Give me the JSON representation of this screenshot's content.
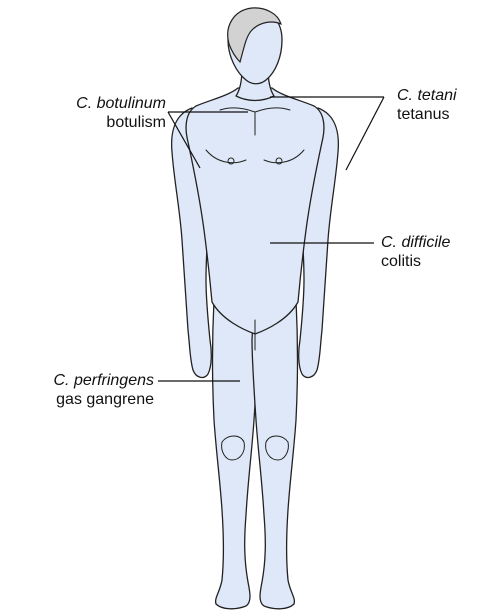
{
  "labels": {
    "botulinum": {
      "species": "C. botulinum",
      "disease": "botulism"
    },
    "tetani": {
      "species": "C. tetani",
      "disease": "tetanus"
    },
    "difficile": {
      "species": "C. difficile",
      "disease": "colitis"
    },
    "perfringens": {
      "species": "C. perfringens",
      "disease": "gas gangrene"
    }
  },
  "colors": {
    "skin": "#dfe8f8",
    "outline": "#222222",
    "hair": "#d2d2d2",
    "line": "#111111"
  }
}
